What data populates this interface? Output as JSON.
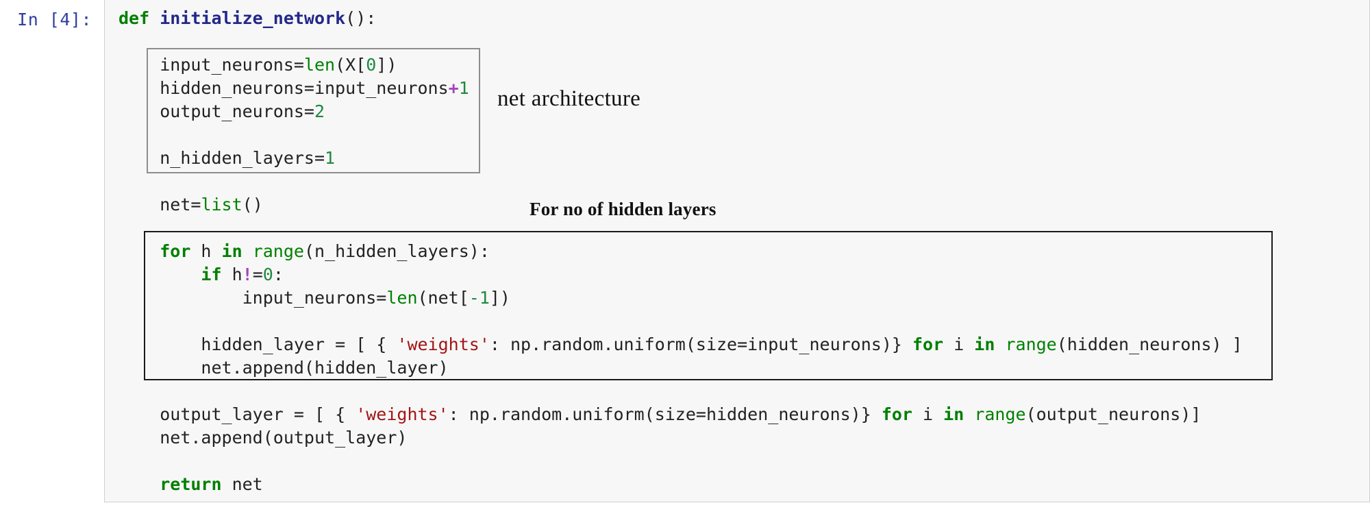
{
  "cell": {
    "prompt": "In [4]:",
    "language": "python",
    "execution_count": 4
  },
  "code_lines": [
    {
      "id": "line-def",
      "indent": 0,
      "tokens": [
        {
          "t": "def",
          "c": "kw"
        },
        {
          "t": " ",
          "c": "pl"
        },
        {
          "t": "initialize_network",
          "c": "fn"
        },
        {
          "t": "():",
          "c": "pl"
        }
      ],
      "text": "def initialize_network():"
    },
    {
      "id": "line-blank-1",
      "blank": true,
      "text": ""
    },
    {
      "id": "line-input-neurons",
      "indent": 1,
      "tokens": [
        {
          "t": "input_neurons=",
          "c": "pl"
        },
        {
          "t": "len",
          "c": "bi"
        },
        {
          "t": "(X[",
          "c": "pl"
        },
        {
          "t": "0",
          "c": "num"
        },
        {
          "t": "])",
          "c": "pl"
        }
      ],
      "text": "input_neurons=len(X[0])"
    },
    {
      "id": "line-hidden-neurons",
      "indent": 1,
      "tokens": [
        {
          "t": "hidden_neurons=input_neurons",
          "c": "pl"
        },
        {
          "t": "+",
          "c": "op"
        },
        {
          "t": "1",
          "c": "num"
        }
      ],
      "text": "hidden_neurons=input_neurons+1"
    },
    {
      "id": "line-output-neurons",
      "indent": 1,
      "tokens": [
        {
          "t": "output_neurons=",
          "c": "pl"
        },
        {
          "t": "2",
          "c": "num"
        }
      ],
      "text": "output_neurons=2"
    },
    {
      "id": "line-blank-2",
      "blank": true,
      "text": ""
    },
    {
      "id": "line-n-hidden-layers",
      "indent": 1,
      "tokens": [
        {
          "t": "n_hidden_layers=",
          "c": "pl"
        },
        {
          "t": "1",
          "c": "num"
        }
      ],
      "text": "n_hidden_layers=1"
    },
    {
      "id": "line-blank-3",
      "blank": true,
      "text": ""
    },
    {
      "id": "line-net-list",
      "indent": 1,
      "tokens": [
        {
          "t": "net=",
          "c": "pl"
        },
        {
          "t": "list",
          "c": "bi"
        },
        {
          "t": "()",
          "c": "pl"
        }
      ],
      "text": "net=list()"
    },
    {
      "id": "line-blank-4",
      "blank": true,
      "text": ""
    },
    {
      "id": "line-for-h",
      "indent": 1,
      "tokens": [
        {
          "t": "for",
          "c": "kw"
        },
        {
          "t": " h ",
          "c": "pl"
        },
        {
          "t": "in",
          "c": "kw"
        },
        {
          "t": " ",
          "c": "pl"
        },
        {
          "t": "range",
          "c": "bi"
        },
        {
          "t": "(n_hidden_layers):",
          "c": "pl"
        }
      ],
      "text": "for h in range(n_hidden_layers):"
    },
    {
      "id": "line-if-h",
      "indent": 2,
      "tokens": [
        {
          "t": "if",
          "c": "kw"
        },
        {
          "t": " h",
          "c": "pl"
        },
        {
          "t": "!",
          "c": "op"
        },
        {
          "t": "=",
          "c": "pl"
        },
        {
          "t": "0",
          "c": "num"
        },
        {
          "t": ":",
          "c": "pl"
        }
      ],
      "text": "    if h!=0:"
    },
    {
      "id": "line-input-neurons-net",
      "indent": 3,
      "tokens": [
        {
          "t": "input_neurons=",
          "c": "pl"
        },
        {
          "t": "len",
          "c": "bi"
        },
        {
          "t": "(net[",
          "c": "pl"
        },
        {
          "t": "-1",
          "c": "num"
        },
        {
          "t": "])",
          "c": "pl"
        }
      ],
      "text": "        input_neurons=len(net[-1])"
    },
    {
      "id": "line-blank-5",
      "blank": true,
      "text": ""
    },
    {
      "id": "line-hidden-layer",
      "indent": 2,
      "tokens": [
        {
          "t": "hidden_layer = [ { ",
          "c": "pl"
        },
        {
          "t": "'weights'",
          "c": "str"
        },
        {
          "t": ": np.random.uniform(size=input_neurons)} ",
          "c": "pl"
        },
        {
          "t": "for",
          "c": "kw"
        },
        {
          "t": " i ",
          "c": "pl"
        },
        {
          "t": "in",
          "c": "kw"
        },
        {
          "t": " ",
          "c": "pl"
        },
        {
          "t": "range",
          "c": "bi"
        },
        {
          "t": "(hidden_neurons) ]",
          "c": "pl"
        }
      ],
      "text": "    hidden_layer = [ { 'weights': np.random.uniform(size=input_neurons)} for i in range(hidden_neurons) ]"
    },
    {
      "id": "line-net-append-hidden",
      "indent": 2,
      "tokens": [
        {
          "t": "net.append(hidden_layer)",
          "c": "pl"
        }
      ],
      "text": "    net.append(hidden_layer)"
    },
    {
      "id": "line-blank-6",
      "blank": true,
      "text": ""
    },
    {
      "id": "line-output-layer",
      "indent": 1,
      "tokens": [
        {
          "t": "output_layer = [ { ",
          "c": "pl"
        },
        {
          "t": "'weights'",
          "c": "str"
        },
        {
          "t": ": np.random.uniform(size=hidden_neurons)} ",
          "c": "pl"
        },
        {
          "t": "for",
          "c": "kw"
        },
        {
          "t": " i ",
          "c": "pl"
        },
        {
          "t": "in",
          "c": "kw"
        },
        {
          "t": " ",
          "c": "pl"
        },
        {
          "t": "range",
          "c": "bi"
        },
        {
          "t": "(output_neurons)]",
          "c": "pl"
        }
      ],
      "text": "output_layer = [ { 'weights': np.random.uniform(size=hidden_neurons)} for i in range(output_neurons)]"
    },
    {
      "id": "line-net-append-output",
      "indent": 1,
      "tokens": [
        {
          "t": "net.append(output_layer)",
          "c": "pl"
        }
      ],
      "text": "net.append(output_layer)"
    },
    {
      "id": "line-blank-7",
      "blank": true,
      "text": ""
    },
    {
      "id": "line-return-net",
      "indent": 1,
      "tokens": [
        {
          "t": "return",
          "c": "kw"
        },
        {
          "t": " net",
          "c": "pl"
        }
      ],
      "text": "return net"
    }
  ],
  "annotations": [
    {
      "id": "annotation-net-architecture",
      "label": "net architecture",
      "style": "serif-regular",
      "box": "box-architecture"
    },
    {
      "id": "annotation-hidden-layers",
      "label": "For no of hidden layers",
      "style": "serif-bold",
      "box": "box-hidden-loop"
    }
  ],
  "colors": {
    "keyword": "#007f00",
    "function_name": "#23288a",
    "builtin": "#008000",
    "number": "#1d8a3f",
    "operator": "#a347ba",
    "string": "#a31515",
    "plain_text": "#222222",
    "prompt": "#303F9F",
    "cell_background": "#f7f7f7",
    "cell_border": "#cfcfcf",
    "annotation_box_architecture": "#8d8d8d",
    "annotation_box_loop": "#1a1a1a",
    "page_background": "#ffffff"
  }
}
